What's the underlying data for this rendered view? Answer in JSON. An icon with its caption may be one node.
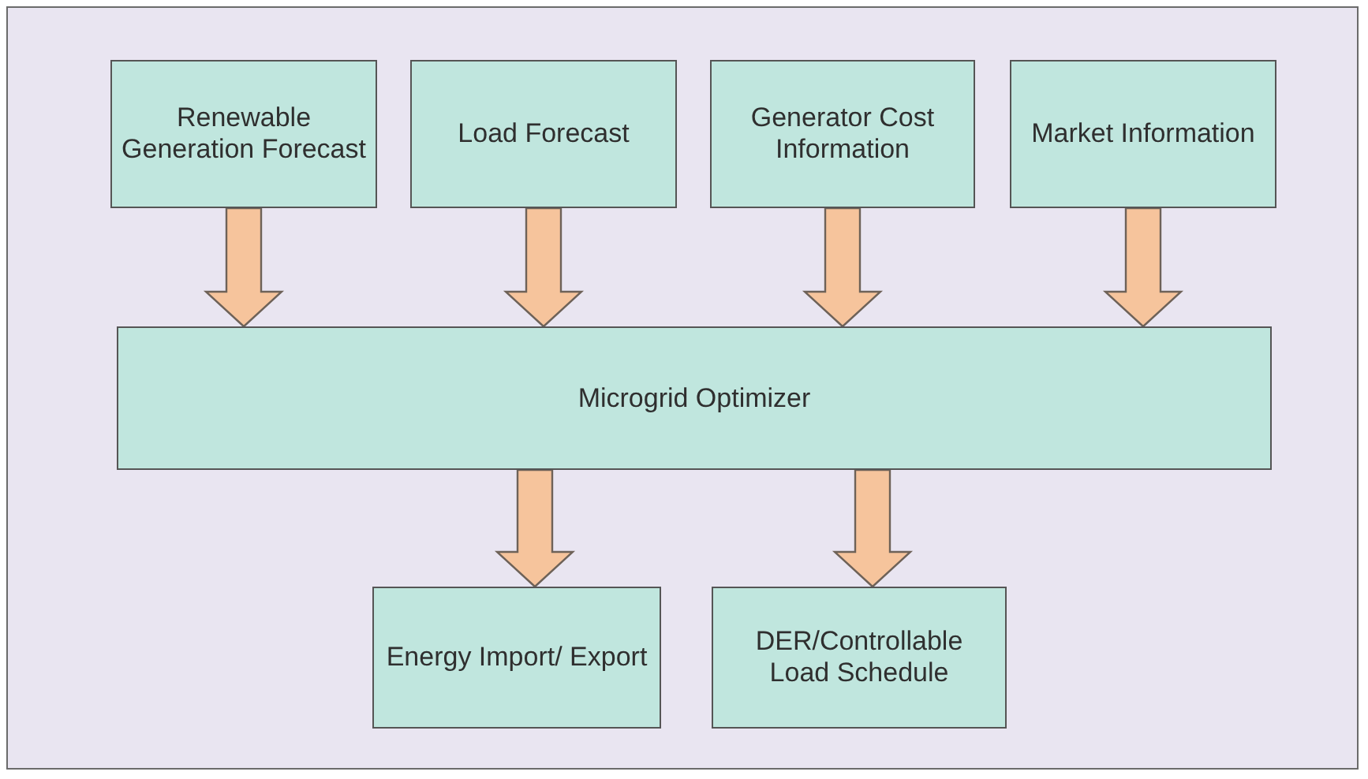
{
  "diagram": {
    "nodes": [
      {
        "text": [
          "Renewable Generation Forecast"
        ]
      },
      {
        "text": [
          "Load Forecast"
        ]
      },
      {
        "text": [
          "Generator Cost Information"
        ]
      },
      {
        "text": [
          "Market Information"
        ]
      },
      {
        "text": [
          "Microgrid Optimizer"
        ]
      },
      {
        "text": [
          "Energy Import/ Export"
        ]
      },
      {
        "text": [
          "DER/Controllable Load Schedule"
        ]
      }
    ],
    "edges": [
      {
        "from": 0,
        "to": 4,
        "arrow": "to"
      },
      {
        "from": 1,
        "to": 4,
        "arrow": "to"
      },
      {
        "from": 2,
        "to": 4,
        "arrow": "to"
      },
      {
        "from": 3,
        "to": 4,
        "arrow": "to"
      },
      {
        "from": 4,
        "to": 5,
        "arrow": "to"
      },
      {
        "from": 4,
        "to": 6,
        "arrow": "to"
      }
    ]
  }
}
